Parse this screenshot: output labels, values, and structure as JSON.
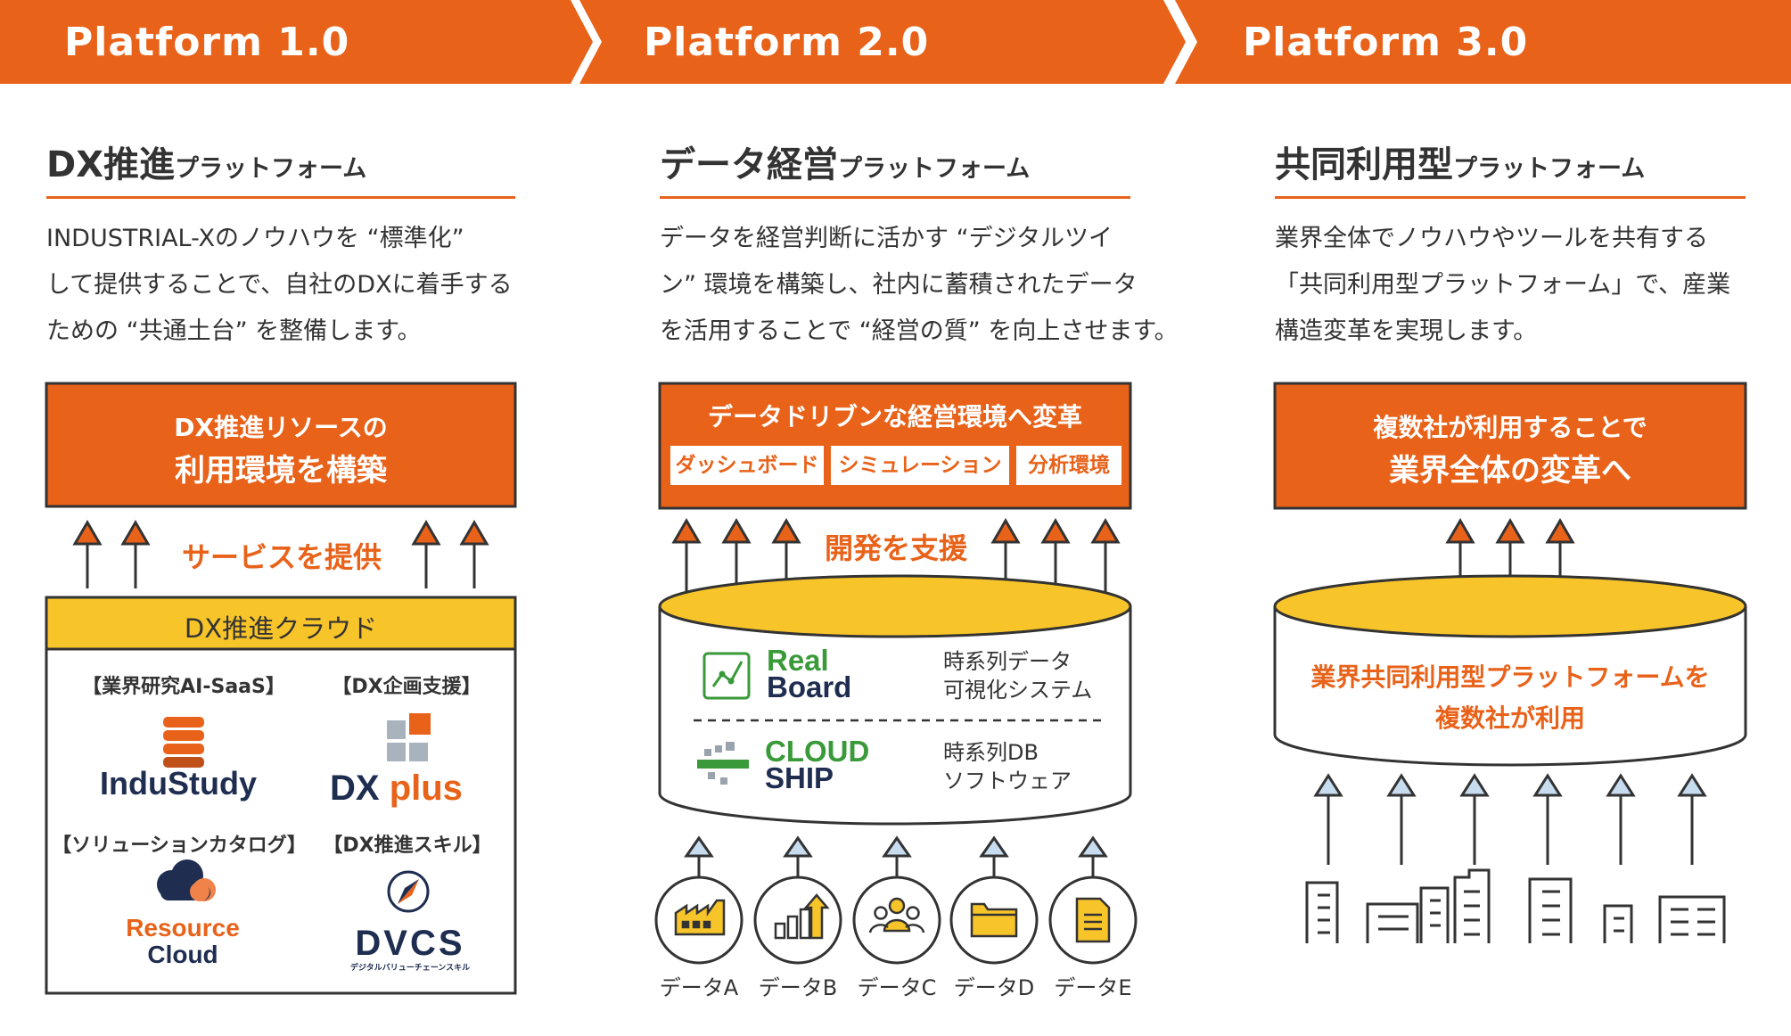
{
  "colors": {
    "orange": "#e8621a",
    "yellow": "#f7c42a",
    "dark": "#333333",
    "light_blue": "#c8dcef"
  },
  "bands": [
    {
      "label": "Platform 1.0"
    },
    {
      "label": "Platform 2.0"
    },
    {
      "label": "Platform 3.0"
    }
  ],
  "col1": {
    "heading_main": "DX推進",
    "heading_sub": "プラットフォーム",
    "desc": [
      "INDUSTRIAL-Xのノウハウを “標準化”",
      "して提供することで、自社のDXに着手する",
      "ための “共通土台” を整備します。"
    ],
    "top_box_line1": "DX推進リソースの",
    "top_box_line2": "利用環境を構築",
    "arrow_label": "サービスを提供",
    "cloud_header": "DX推進クラウド",
    "items": [
      {
        "category": "【業界研究AI-SaaS】",
        "logo": "InduStudy",
        "icon": "database-icon"
      },
      {
        "category": "【DX企画支援】",
        "logo_main": "DX",
        "logo_sub": "plus",
        "icon": "blocks-icon"
      },
      {
        "category": "【ソリューションカタログ】",
        "logo_line1": "Resource",
        "logo_line2": "Cloud",
        "icon": "cloud-icon"
      },
      {
        "category": "【DX推進スキル】",
        "logo": "DVCS",
        "logo_caption": "デジタルバリューチェーンスキル",
        "icon": "compass-icon"
      }
    ]
  },
  "col2": {
    "heading_main": "データ経営",
    "heading_sub": "プラットフォーム",
    "desc": [
      "データを経営判断に活かす “デジタルツイ",
      "ン” 環境を構築し、社内に蓄積されたデータ",
      "を活用することで “経営の質” を向上させます。"
    ],
    "top_box_title": "データドリブンな経営環境へ変革",
    "tags": [
      "ダッシュボード",
      "シミュレーション",
      "分析環境"
    ],
    "arrow_label": "開発を支援",
    "products": [
      {
        "logo_line1": "Real",
        "logo_line2": "Board",
        "desc_line1": "時系列データ",
        "desc_line2": "可視化システム",
        "icon": "chart-icon"
      },
      {
        "logo_line1": "CLOUD",
        "logo_line2": "SHIP",
        "desc_line1": "時系列DB",
        "desc_line2": "ソフトウェア",
        "icon": "ship-icon"
      }
    ],
    "sources": [
      {
        "label": "データA",
        "icon": "factory-icon"
      },
      {
        "label": "データB",
        "icon": "growth-chart-icon"
      },
      {
        "label": "データC",
        "icon": "people-icon"
      },
      {
        "label": "データD",
        "icon": "folder-icon"
      },
      {
        "label": "データE",
        "icon": "document-icon"
      }
    ]
  },
  "col3": {
    "heading_main": "共同利用型",
    "heading_sub": "プラットフォーム",
    "desc": [
      "業界全体でノウハウやツールを共有する",
      "「共同利用型プラットフォーム」で、産業",
      "構造変革を実現します。"
    ],
    "top_box_line1": "複数社が利用することで",
    "top_box_line2": "業界全体の変革へ",
    "cylinder_line1": "業界共同利用型プラットフォームを",
    "cylinder_line2": "複数社が利用"
  }
}
